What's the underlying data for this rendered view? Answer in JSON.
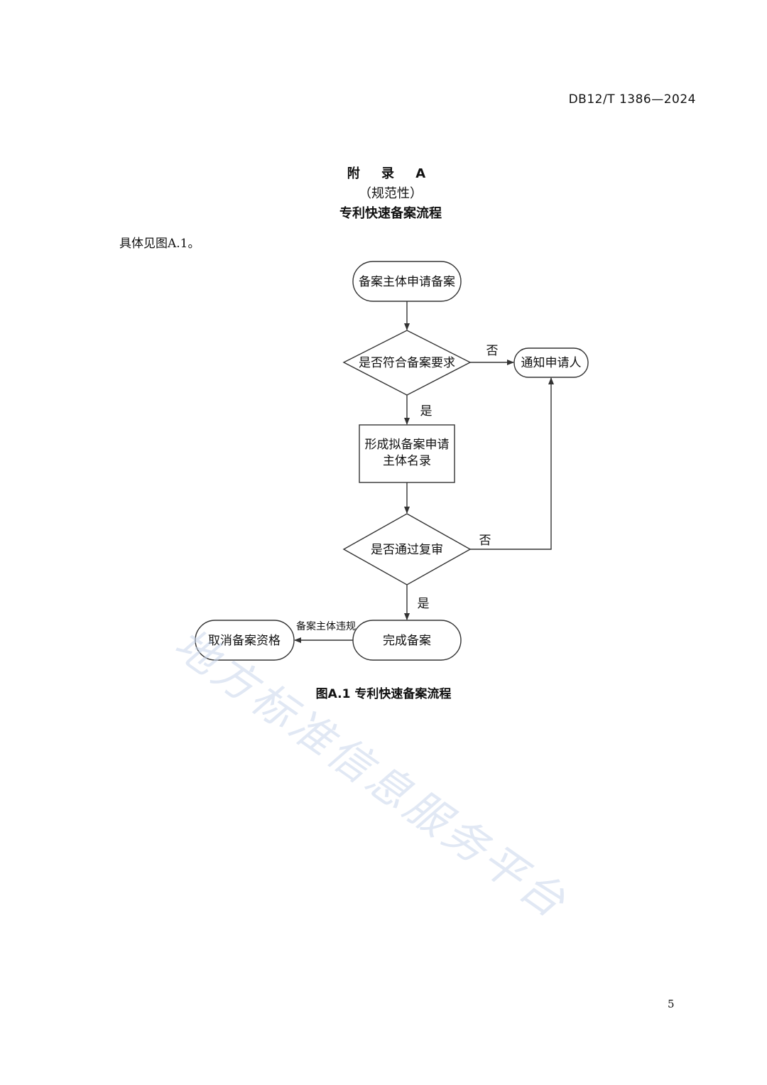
{
  "header": {
    "doc_code": "DB12/T 1386—2024"
  },
  "appendix": {
    "label": "附 录 A",
    "type": "（规范性）",
    "title": "专利快速备案流程"
  },
  "intro_text": "具体见图A.1。",
  "flowchart": {
    "nodes": {
      "start": "备案主体申请备案",
      "check_requirements": "是否符合备案要求",
      "notify": "通知申请人",
      "form_list_line1": "形成拟备案申请",
      "form_list_line2": "主体名录",
      "review": "是否通过复审",
      "complete": "完成备案",
      "cancel": "取消备案资格"
    },
    "edge_labels": {
      "no1": "否",
      "yes1": "是",
      "no2": "否",
      "yes2": "是",
      "violation": "备案主体违规"
    }
  },
  "figure_caption": "图A.1 专利快速备案流程",
  "page_number": "5",
  "watermark": "地方标准信息服务平台",
  "colors": {
    "line": "#333333",
    "watermark": "#c9d7ec"
  }
}
